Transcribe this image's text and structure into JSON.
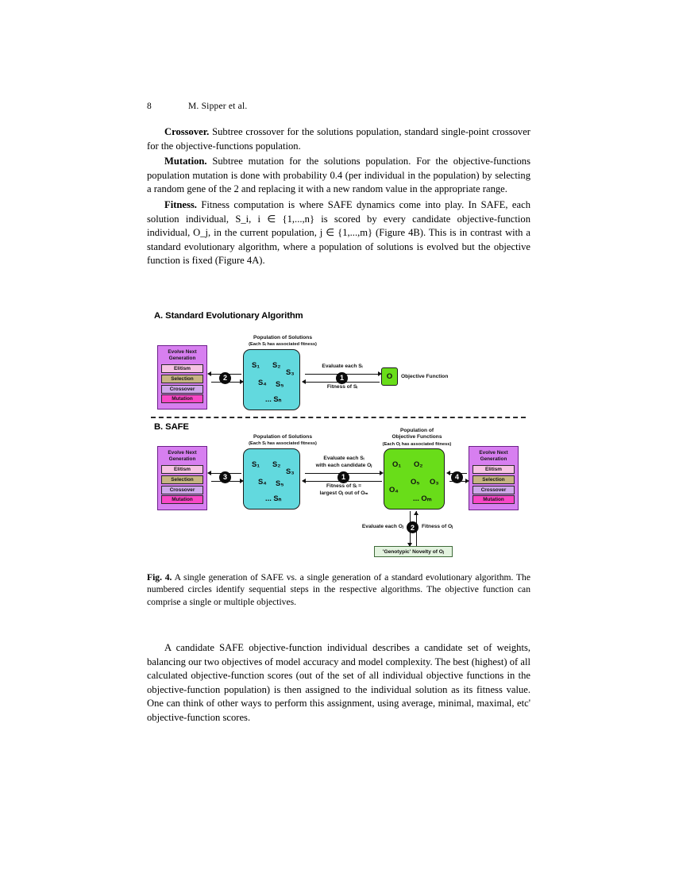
{
  "running_head": {
    "page_number": "8",
    "authors": "M. Sipper et al."
  },
  "body": {
    "paragraphs": [
      {
        "lead": "Crossover.",
        "text": " Subtree crossover for the solutions population, standard single-point crossover for the objective-functions population."
      },
      {
        "lead": "Mutation.",
        "text": " Subtree mutation for the solutions population. For the objective-functions population mutation is done with probability 0.4 (per individual in the population) by selecting a random gene of the 2 and replacing it with a new random value in the appropriate range."
      },
      {
        "lead": "Fitness.",
        "text": " Fitness computation is where SAFE dynamics come into play. In SAFE, each solution individual, S_i, i ∈ {1,...,n} is scored by every candidate objective-function individual, O_j, in the current population, j ∈ {1,...,m} (Figure 4B). This is in contrast with a standard evolutionary algorithm, where a population of solutions is evolved but the objective function is fixed (Figure 4A)."
      }
    ]
  },
  "figure": {
    "panel_a": {
      "title": "A. Standard Evolutionary Algorithm",
      "evolve_box": {
        "title_line1": "Evolve Next",
        "title_line2": "Generation",
        "operators": [
          "Elitism",
          "Selection",
          "Crossover",
          "Mutation"
        ]
      },
      "population": {
        "label_line1": "Population of Solutions",
        "label_line2": "(Each Sᵢ has associated fitness)",
        "individuals": [
          "S₁",
          "S₂",
          "S₃",
          "S₄",
          "S₅",
          "... Sₙ"
        ]
      },
      "arrow_top": "Evaluate each Sᵢ",
      "arrow_bottom": "Fitness of  Sᵢ",
      "objective_box_label": "O",
      "objective_caption": "Objective Function",
      "steps": [
        "1",
        "2"
      ]
    },
    "panel_b": {
      "title": "B. SAFE",
      "evolve_box_left": {
        "title_line1": "Evolve Next",
        "title_line2": "Generation",
        "operators": [
          "Elitism",
          "Selection",
          "Crossover",
          "Mutation"
        ]
      },
      "evolve_box_right": {
        "title_line1": "Evolve Next",
        "title_line2": "Generation",
        "operators": [
          "Elitism",
          "Selection",
          "Crossover",
          "Mutation"
        ]
      },
      "solutions_population": {
        "label_line1": "Population of Solutions",
        "label_line2": "(Each Sᵢ has associated fitness)",
        "individuals": [
          "S₁",
          "S₂",
          "S₃",
          "S₄",
          "S₅",
          "... Sₙ"
        ]
      },
      "objectives_population": {
        "label_line1": "Population of",
        "label_line2": "Objective Functions",
        "label_line3": "(Each Oⱼ has associated fitness)",
        "individuals": [
          "O₁",
          "O₂",
          "O₃",
          "O₄",
          "O₅",
          "... Oₘ"
        ]
      },
      "arrow_top_line1": "Evaluate each Sᵢ",
      "arrow_top_line2": "with each candidate Oⱼ",
      "arrow_bottom_line1": "Fitness of  Sᵢ =",
      "arrow_bottom_line2": "largest Oⱼ out of Oₘ",
      "novelty_left_label": "Evaluate each Oⱼ",
      "novelty_right_label": "Fitness of  Oⱼ",
      "novelty_box": "'Genotypic' Novelty of Oⱼ",
      "steps": [
        "1",
        "2",
        "3",
        "4"
      ]
    },
    "colors": {
      "solutions_population": "#62d9de",
      "objectives_population": "#69dd19",
      "evolve_box": "#d77ff0",
      "elitism": "#f6c2e3",
      "selection": "#c7b483",
      "crossover": "#cfa8ea",
      "mutation": "#f847c6",
      "novelty_box": "#e3f3df",
      "step_circle": "#0b0b0b"
    }
  },
  "caption": {
    "label": "Fig. 4.",
    "text": " A single generation of SAFE vs. a single generation of a standard evolutionary algorithm. The numbered circles identify sequential steps in the respective algorithms. The objective function can comprise a single or multiple objectives."
  },
  "tail": {
    "paragraph": "A candidate SAFE objective-function individual describes a candidate set of weights, balancing our two objectives of model accuracy and model complexity. The best (highest) of all calculated objective-function scores (out of the set of all individual objective functions in the objective-function population) is then assigned to the individual solution as its fitness value. One can think of other ways to perform this assignment, using average, minimal, maximal, etc' objective-function scores."
  }
}
